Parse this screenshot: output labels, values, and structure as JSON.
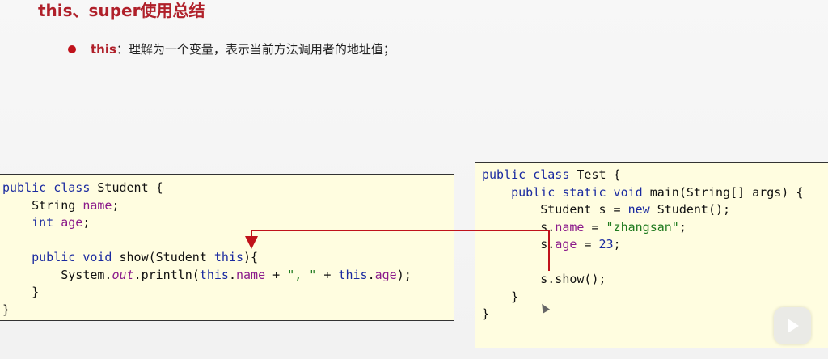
{
  "slide": {
    "title": "this、super使用总结",
    "bullet": {
      "keyword": "this",
      "text": "：理解为一个变量，表示当前方法调用者的地址值；"
    }
  },
  "student_code": [
    [
      {
        "t": "public class ",
        "c": "kw"
      },
      {
        "t": "Student {",
        "c": ""
      }
    ],
    [
      {
        "t": "    String ",
        "c": ""
      },
      {
        "t": "name",
        "c": "field"
      },
      {
        "t": ";",
        "c": ""
      }
    ],
    [
      {
        "t": "    ",
        "c": ""
      },
      {
        "t": "int ",
        "c": "kw"
      },
      {
        "t": "age",
        "c": "field"
      },
      {
        "t": ";",
        "c": ""
      }
    ],
    [
      {
        "t": "",
        "c": ""
      }
    ],
    [
      {
        "t": "    ",
        "c": ""
      },
      {
        "t": "public void ",
        "c": "kw"
      },
      {
        "t": "show(Student ",
        "c": ""
      },
      {
        "t": "this",
        "c": "kw"
      },
      {
        "t": "){",
        "c": ""
      }
    ],
    [
      {
        "t": "        System.",
        "c": ""
      },
      {
        "t": "out",
        "c": "ital"
      },
      {
        "t": ".println(",
        "c": ""
      },
      {
        "t": "this",
        "c": "kw"
      },
      {
        "t": ".",
        "c": ""
      },
      {
        "t": "name",
        "c": "field"
      },
      {
        "t": " + ",
        "c": ""
      },
      {
        "t": "\", \"",
        "c": "str"
      },
      {
        "t": " + ",
        "c": ""
      },
      {
        "t": "this",
        "c": "kw"
      },
      {
        "t": ".",
        "c": ""
      },
      {
        "t": "age",
        "c": "field"
      },
      {
        "t": ");",
        "c": ""
      }
    ],
    [
      {
        "t": "    }",
        "c": ""
      }
    ],
    [
      {
        "t": "}",
        "c": ""
      }
    ]
  ],
  "test_code": [
    [
      {
        "t": "public class ",
        "c": "kw"
      },
      {
        "t": "Test {",
        "c": ""
      }
    ],
    [
      {
        "t": "    ",
        "c": ""
      },
      {
        "t": "public static void ",
        "c": "kw"
      },
      {
        "t": "main(String[] args) {",
        "c": ""
      }
    ],
    [
      {
        "t": "        Student s = ",
        "c": ""
      },
      {
        "t": "new ",
        "c": "kw"
      },
      {
        "t": "Student();",
        "c": ""
      }
    ],
    [
      {
        "t": "        s.",
        "c": ""
      },
      {
        "t": "name",
        "c": "field"
      },
      {
        "t": " = ",
        "c": ""
      },
      {
        "t": "\"zhangsan\"",
        "c": "str"
      },
      {
        "t": ";",
        "c": ""
      }
    ],
    [
      {
        "t": "        s.",
        "c": ""
      },
      {
        "t": "age",
        "c": "field"
      },
      {
        "t": " = ",
        "c": ""
      },
      {
        "t": "23",
        "c": "kw"
      },
      {
        "t": ";",
        "c": ""
      }
    ],
    [
      {
        "t": "",
        "c": ""
      }
    ],
    [
      {
        "t": "        s.show();",
        "c": ""
      }
    ],
    [
      {
        "t": "    }",
        "c": ""
      }
    ],
    [
      {
        "t": "}",
        "c": ""
      }
    ]
  ],
  "colors": {
    "accent_red": "#b0202a",
    "keyword_blue": "#1a2aa0",
    "code_bg": "#fffde0"
  }
}
